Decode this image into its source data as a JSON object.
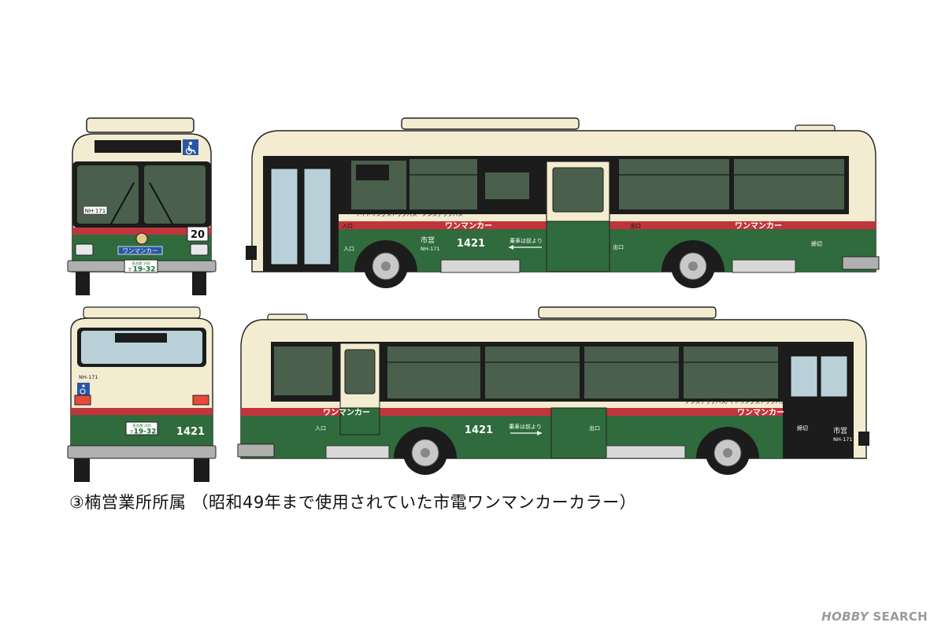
{
  "caption": "③楠営業所所属 （昭和49年まで使用されていた市電ワンマンカーカラー）",
  "watermark": {
    "brand": "HOBBY",
    "word": "SEARCH"
  },
  "colors": {
    "cream": "#f3ecd0",
    "green": "#2f6b3c",
    "red": "#c2343c",
    "window": "#4a5f4c",
    "glass": "#b9d0d8",
    "dark": "#1c1c1c",
    "gray": "#b0b0b0"
  },
  "front_view": {
    "route_number": "20",
    "destination_tag": "NH-171",
    "one_man_sign": "ワンマンカー",
    "plate_region": "名古屋 200",
    "plate_kana": "す",
    "plate_number": "19-32",
    "wheelchair_icon": "wheelchair-icon"
  },
  "side_view_left": {
    "one_man_sign": "ワンマンカー",
    "one_man_sign_rear": "ワンマンカー",
    "fleet_number": "1421",
    "operator": "市営",
    "bus_id": "NH-171",
    "boarding_note": "乗車は前より",
    "entrance": "入口",
    "exit": "出口",
    "exit_sign": "出口",
    "idling_stop": "アイドリングストップバス",
    "non_step": "ノンステップバス",
    "end_mark": "締切",
    "entrance_sign": "入口"
  },
  "rear_view": {
    "bus_id": "NH-171",
    "plate_region": "名古屋 200",
    "plate_kana": "す",
    "plate_number": "19-32",
    "fleet_number": "1421"
  },
  "side_view_right": {
    "one_man_sign": "ワンマンカー",
    "one_man_sign_rear": "ワンマンカー",
    "fleet_number": "1421",
    "operator": "市営",
    "bus_id": "NH-171",
    "boarding_note": "乗車は前より",
    "entrance": "入口",
    "exit": "出口",
    "non_step": "ノンステップバス",
    "idling_stop": "アイドリングストップバス",
    "end_mark": "締切"
  }
}
